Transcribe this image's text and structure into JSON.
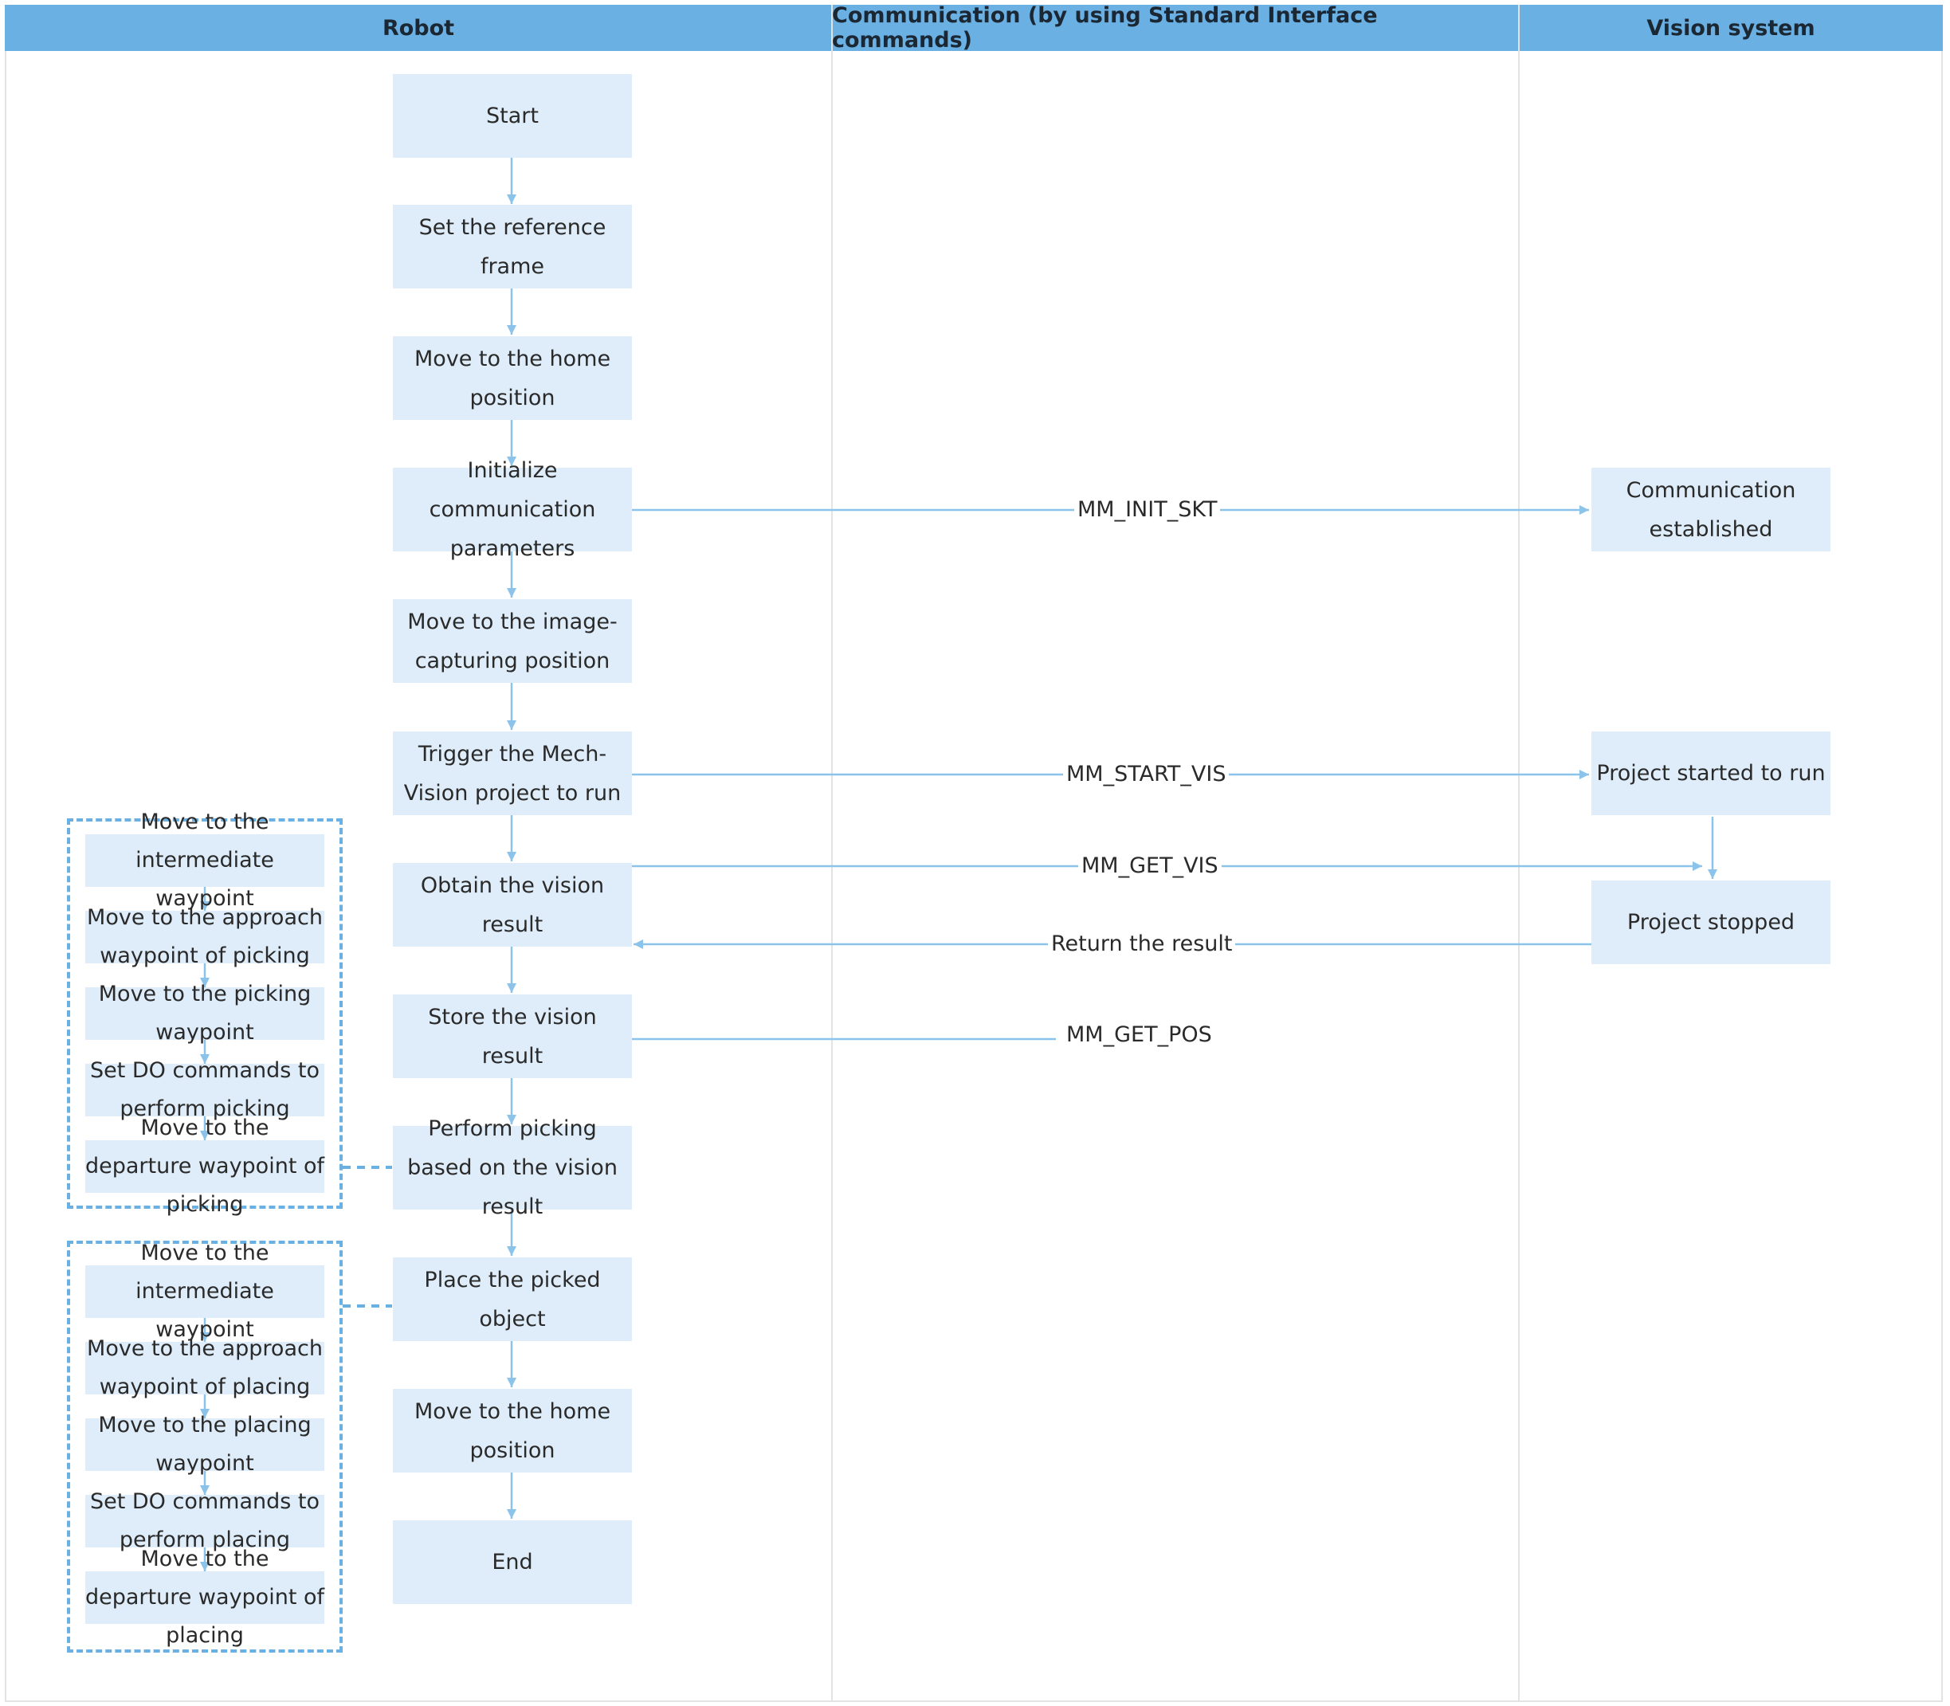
{
  "header": {
    "robot": "Robot",
    "communication": "Communication (by using Standard Interface commands)",
    "vision": "Vision system"
  },
  "robot_steps": [
    "Start",
    "Set the reference frame",
    "Move to the home position",
    "Initialize communication parameters",
    "Move to the image-capturing position",
    "Trigger the Mech-Vision project to run",
    "Obtain the vision result",
    "Store the vision result",
    "Perform picking based on the vision result",
    "Place the picked object",
    "Move to the home position",
    "End"
  ],
  "vision_states": [
    "Communication established",
    "Project started to run",
    "Project stopped"
  ],
  "messages": [
    "MM_INIT_SKT",
    "MM_START_VIS",
    "MM_GET_VIS",
    "Return the result",
    "MM_GET_POS"
  ],
  "picking_substeps": [
    "Move to the intermediate waypoint",
    "Move to the approach waypoint of picking",
    "Move to the picking waypoint",
    "Set DO commands to perform picking",
    "Move to the departure waypoint of picking"
  ],
  "placing_substeps": [
    "Move to the intermediate waypoint",
    "Move to the approach waypoint of placing",
    "Move to the placing waypoint",
    "Set DO commands to perform placing",
    "Move to the departure waypoint of placing"
  ],
  "colors": {
    "header": "#6ab0e3",
    "node_fill": "#deedf9",
    "connector": "#8cc3ea",
    "dashed_border": "#6ab0e3"
  }
}
